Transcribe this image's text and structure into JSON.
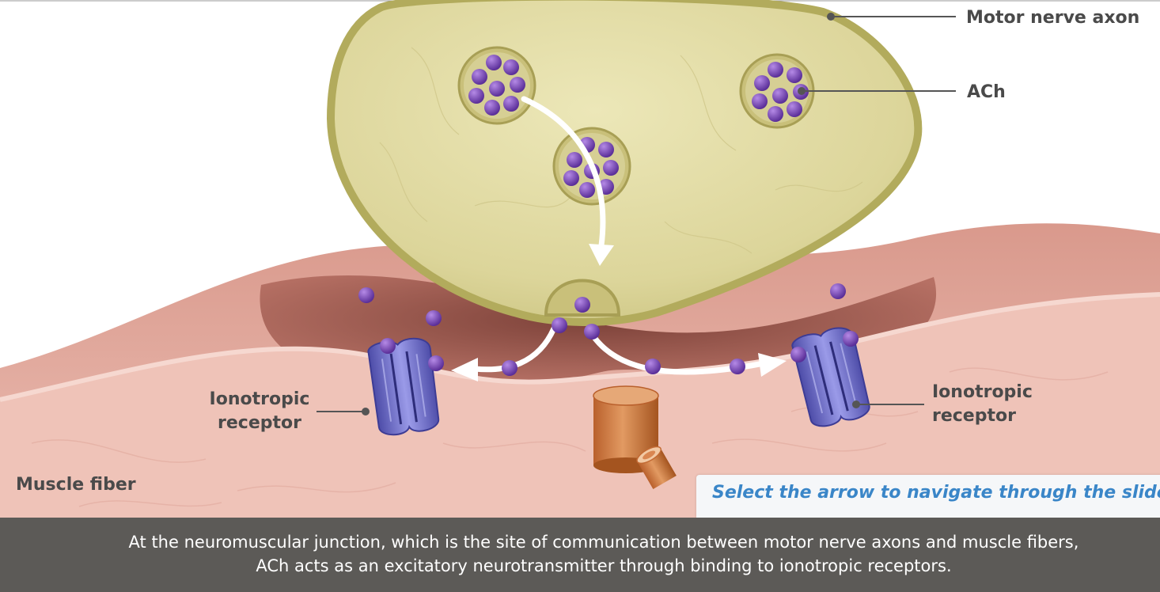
{
  "labels": {
    "motor_nerve_axon": "Motor nerve axon",
    "ach": "ACh",
    "ionotropic_left": [
      "Ionotropic",
      "receptor"
    ],
    "ionotropic_right": [
      "Ionotropic",
      "receptor"
    ],
    "muscle_fiber": "Muscle fiber"
  },
  "hint": {
    "text": "Select the arrow to navigate through the slides."
  },
  "caption": {
    "line1": "At the neuromuscular junction, which is the site of communication between motor nerve axons and muscle fibers,",
    "line2": "ACh acts as an excitatory neurotransmitter through binding to ionotropic receptors."
  },
  "colors": {
    "axon_fill": "#dcd59a",
    "axon_border": "#b2ab5c",
    "muscle": "#e9b3a7",
    "cleft": "#8a4a40",
    "ach_molecule": "#7b48b8",
    "receptor": "#6f6fc8",
    "channel": "#d8854a",
    "caption_bar": "#5c5a57",
    "hint_text": "#3a86c8"
  }
}
